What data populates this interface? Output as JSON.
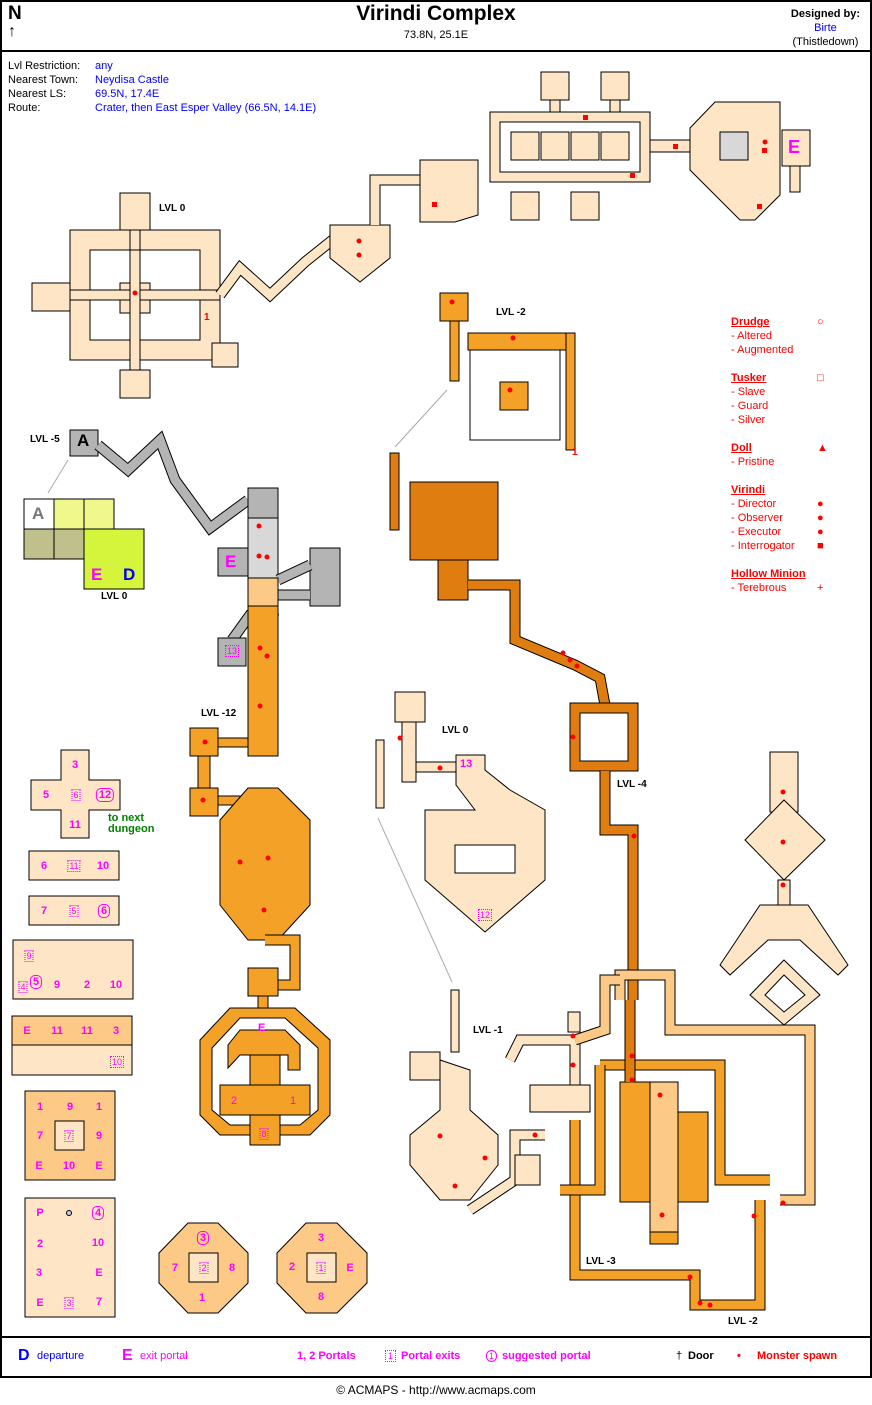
{
  "header": {
    "north": "N",
    "title": "Virindi Complex",
    "coords": "73.8N, 25.1E",
    "designed_by_label": "Designed by:",
    "designer": "Birte",
    "server": "(Thistledown)"
  },
  "info": [
    {
      "label": "Lvl Restriction:",
      "value": "any"
    },
    {
      "label": "Nearest Town:",
      "value": "Neydisa Castle"
    },
    {
      "label": "Nearest LS:",
      "value": "69.5N, 17.4E"
    },
    {
      "label": "Route:",
      "value": "Crater, then East Esper Valley (66.5N, 14.1E)"
    }
  ],
  "map_labels": {
    "lvl0_a": "LVL 0",
    "lvl0_b": "LVL 0",
    "lvl0_c": "LVL 0",
    "lvlm2_a": "LVL -2",
    "lvlm2_b": "LVL -2",
    "lvlm5": "LVL -5",
    "lvlm12": "LVL -12",
    "lvlm4": "LVL -4",
    "lvlm1": "LVL -1",
    "lvlm3": "LVL -3",
    "portal1_a": "1",
    "portal1_b": "1",
    "portal13": "13",
    "exit12": "12",
    "exit13": "13",
    "exit8": "8",
    "e_top": "E",
    "e_a": "E",
    "e_d": "D",
    "e_gray": "E",
    "e_ring": "E",
    "a_gray": "A",
    "a_white": "A",
    "ring_2": "2",
    "ring_1": "1",
    "next_dungeon": "to next dungeon"
  },
  "monster_legend": [
    {
      "name": "Drudge",
      "symbol": "○",
      "variants": [
        "- Altered",
        "- Augmented"
      ]
    },
    {
      "name": "Tusker",
      "symbol": "□",
      "variants": [
        "- Slave",
        "- Guard",
        "- Silver"
      ]
    },
    {
      "name": "Doll",
      "symbol": "▲",
      "variants": [
        "- Pristine"
      ]
    },
    {
      "name": "Virindi",
      "variants": [
        "- Director",
        "- Observer",
        "- Executor",
        "- Interrogator"
      ],
      "variant_symbols": [
        "●",
        "●",
        "●",
        "■"
      ]
    },
    {
      "name": "Hollow Minion",
      "variants": [
        "- Terebrous"
      ],
      "variant_symbols": [
        "+"
      ]
    }
  ],
  "portal_rooms": {
    "cross": {
      "top": "3",
      "left": "5",
      "center": "6",
      "right": "12",
      "bottom": "11"
    },
    "r1": [
      "6",
      "11",
      "10"
    ],
    "r2": [
      "7",
      "5",
      "6"
    ],
    "r3": {
      "top": "9",
      "corner": "4",
      "a": "5",
      "b": "9",
      "c": "2",
      "d": "10"
    },
    "r4": {
      "top": [
        "E",
        "11",
        "11",
        "3"
      ],
      "bottom": "10"
    },
    "r5": [
      "1",
      "9",
      "1",
      "7",
      "7",
      "9",
      "E",
      "10",
      "E"
    ],
    "r6": [
      "P",
      "4",
      "2",
      "10",
      "3",
      "E",
      "E",
      "3",
      "7"
    ],
    "oct1": {
      "top": "3",
      "left": "7",
      "center": "2",
      "right": "8",
      "bottom": "1"
    },
    "oct2": {
      "top": "3",
      "left": "2",
      "center": "1",
      "right": "E",
      "bottom": "8"
    }
  },
  "legend": {
    "departure_sym": "D",
    "departure": "departure",
    "exit_sym": "E",
    "exit": "exit portal",
    "portals": "1, 2  Portals",
    "portal_exits_sym": "1",
    "portal_exits": "Portal exits",
    "suggested_sym": "1",
    "suggested": "suggested portal",
    "door": "Door",
    "spawn": "Monster spawn"
  },
  "footer": "© ACMAPS - http://www.acmaps.com",
  "colors": {
    "peach": "#fde5c6",
    "light_orange": "#fdc986",
    "orange": "#f4a128",
    "dark_orange": "#df7d10",
    "gray": "#b4b4b4",
    "spawn": "#ff0000",
    "portal": "#ff00ff"
  }
}
